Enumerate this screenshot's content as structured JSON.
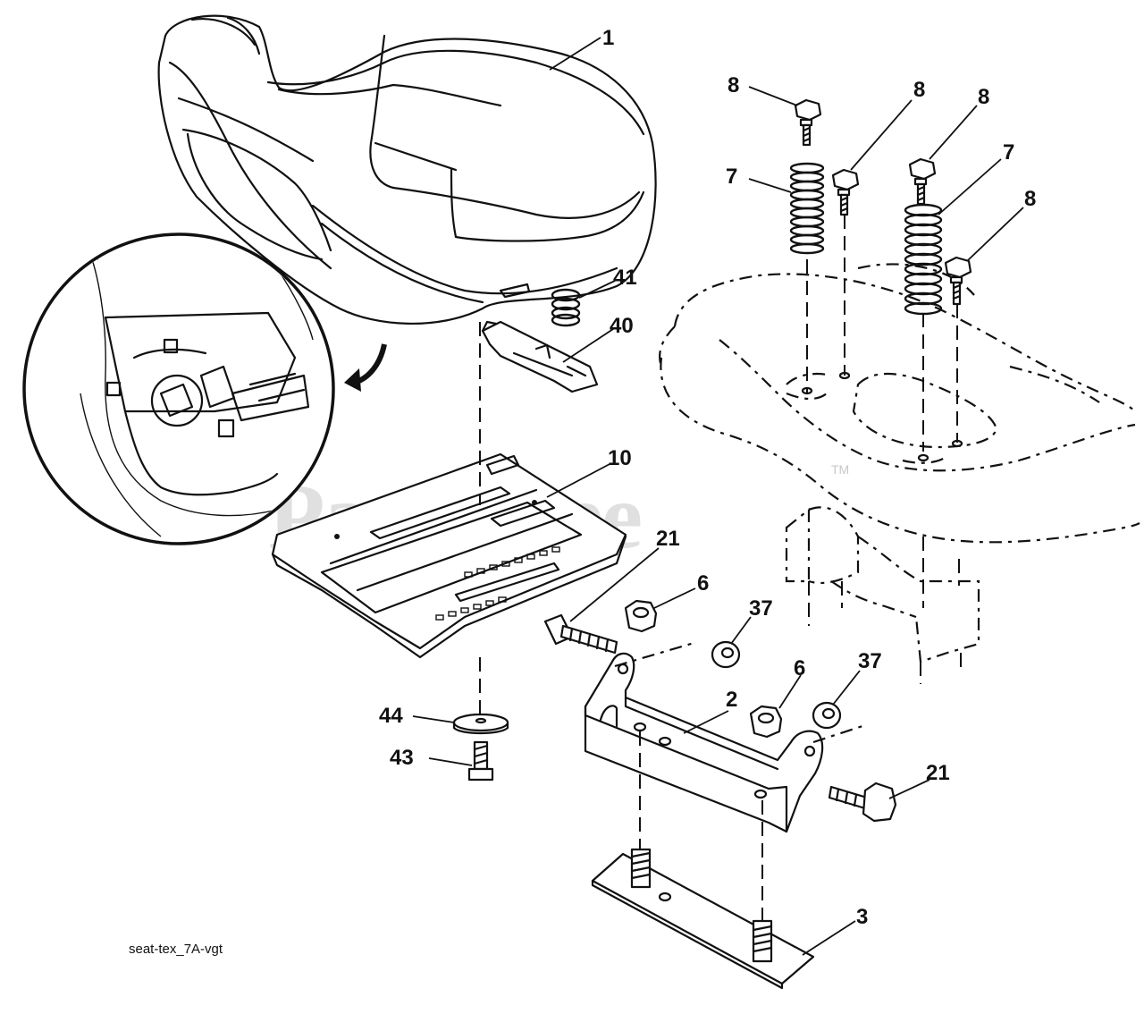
{
  "watermark": "PartsTree",
  "watermark_tm": "TM",
  "caption": "seat-tex_7A-vgt",
  "callouts": {
    "c1": "1",
    "c2": "2",
    "c3": "3",
    "c6a": "6",
    "c6b": "6",
    "c7a": "7",
    "c7b": "7",
    "c8a": "8",
    "c8b": "8",
    "c8c": "8",
    "c8d": "8",
    "c10": "10",
    "c21a": "21",
    "c21b": "21",
    "c37a": "37",
    "c37b": "37",
    "c40": "40",
    "c41": "41",
    "c43": "43",
    "c44": "44"
  }
}
